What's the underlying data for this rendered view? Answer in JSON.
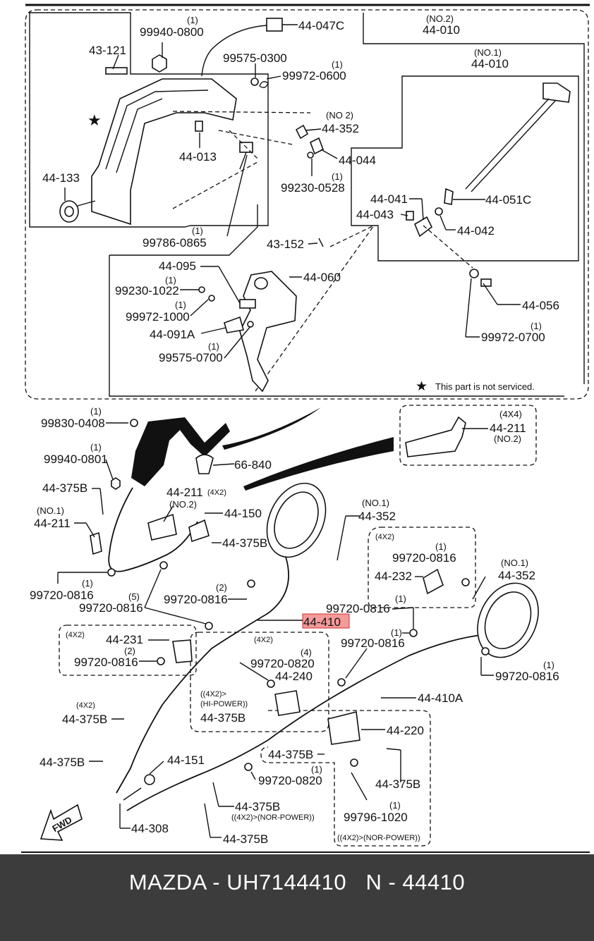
{
  "diagram": {
    "highlight_color": "#f39a9a",
    "note": "This part is not serviced.",
    "fwd_label": "FWD",
    "labels": {
      "p44_047C": "44-047C",
      "no2_top": "(NO.2)",
      "p44_010_no2": "44-010",
      "qty_99940_0800": "(1)",
      "p99940_0800": "99940-0800",
      "p43_121": "43-121",
      "no1_top": "(NO.1)",
      "p44_010_no1": "44-010",
      "p99575_0300": "99575-0300",
      "qty_99972_0600": "(1)",
      "p99972_0600": "99972-0600",
      "qty_44_352_top": "(NO 2)",
      "p44_352_top": "44-352",
      "p44_013": "44-013",
      "p44_044": "44-044",
      "qty_99230_0528": "(1)",
      "p99230_0528": "99230-0528",
      "p44_133": "44-133",
      "p44_041": "44-041",
      "p44_051C": "44-051C",
      "p44_043": "44-043",
      "p44_042": "44-042",
      "qty_99786_0865": "(1)",
      "p99786_0865": "99786-0865",
      "p43_152": "43-152",
      "p44_095": "44-095",
      "p44_060": "44-060",
      "qty_99230_1022": "(1)",
      "p99230_1022": "99230-1022",
      "qty_99972_1000": "(1)",
      "p99972_1000": "99972-1000",
      "p44_056": "44-056",
      "p44_091A": "44-091A",
      "qty_99575_0700": "(1)",
      "p99575_0700": "99575-0700",
      "qty_99972_0700": "(1)",
      "p99972_0700": "99972-0700",
      "qty_99830_0408": "(1)",
      "p99830_0408": "99830-0408",
      "tag_4x4": "(4X4)",
      "p44_211_4x4": "44-211",
      "no2_4x4": "(NO.2)",
      "qty_99940_0801": "(1)",
      "p99940_0801": "99940-0801",
      "p66_840": "66-840",
      "p44_375B_a": "44-375B",
      "p44_211_4x2": "44-211",
      "tag_4x2_a": "(4X2)",
      "no2_mid": "(NO.2)",
      "no1_left": "(NO.1)",
      "p44_211_no1": "44-211",
      "p44_150": "44-150",
      "no1_mid": "(NO.1)",
      "p44_352_mid": "44-352",
      "p44_375B_b": "44-375B",
      "tag_4x2_b": "(4X2)",
      "qty_99720_0816_r": "(1)",
      "p99720_0816_r": "99720-0816",
      "no1_right": "(NO.1)",
      "p44_352_right": "44-352",
      "p44_232": "44-232",
      "qty_99720_0816_l": "(1)",
      "p99720_0816_l": "99720-0816",
      "qty_99720_0816_5": "(5)",
      "p99720_0816_5": "99720-0816",
      "qty_99720_0816_2": "(2)",
      "p99720_0816_2": "99720-0816",
      "qty_99720_0816_c1": "(1)",
      "p99720_0816_c1": "99720-0816",
      "p44_410": "44-410",
      "qty_99720_0816_c2": "(1)",
      "p99720_0816_c2": "99720-0816",
      "tag_4x2_c": "(4X2)",
      "p44_231": "44-231",
      "qty_99720_0816_d": "(2)",
      "p99720_0816_d": "99720-0816",
      "tag_4x2_d": "(4X2)",
      "qty_99720_0820_a": "(4)",
      "p99720_0820_a": "99720-0820",
      "p44_240": "44-240",
      "qty_99720_0816_e": "(1)",
      "p99720_0816_e": "99720-0816",
      "tag_4x2_e": "(4X2)",
      "p44_375B_c": "44-375B",
      "tag_4x2_hi": "((4X2)>",
      "hi_power": "(HI-POWER))",
      "p44_375B_d": "44-375B",
      "p44_410A": "44-410A",
      "p44_220": "44-220",
      "p44_375B_e": "44-375B",
      "p44_151": "44-151",
      "p44_375B_f": "44-375B",
      "qty_99720_0820_b": "(1)",
      "p99720_0820_b": "99720-0820",
      "p44_375B_g": "44-375B",
      "p44_375B_h": "44-375B",
      "nor_power_a": "((4X2)>(NOR-POWER))",
      "qty_99796_1020": "(1)",
      "p99796_1020": "99796-1020",
      "p44_308": "44-308",
      "p44_375B_i": "44-375B",
      "nor_power_b": "((4X2)>(NOR-POWER))"
    }
  },
  "footer": {
    "title": "MAZDA - UH7144410   N - 44410",
    "background": "#3c3c3c"
  }
}
